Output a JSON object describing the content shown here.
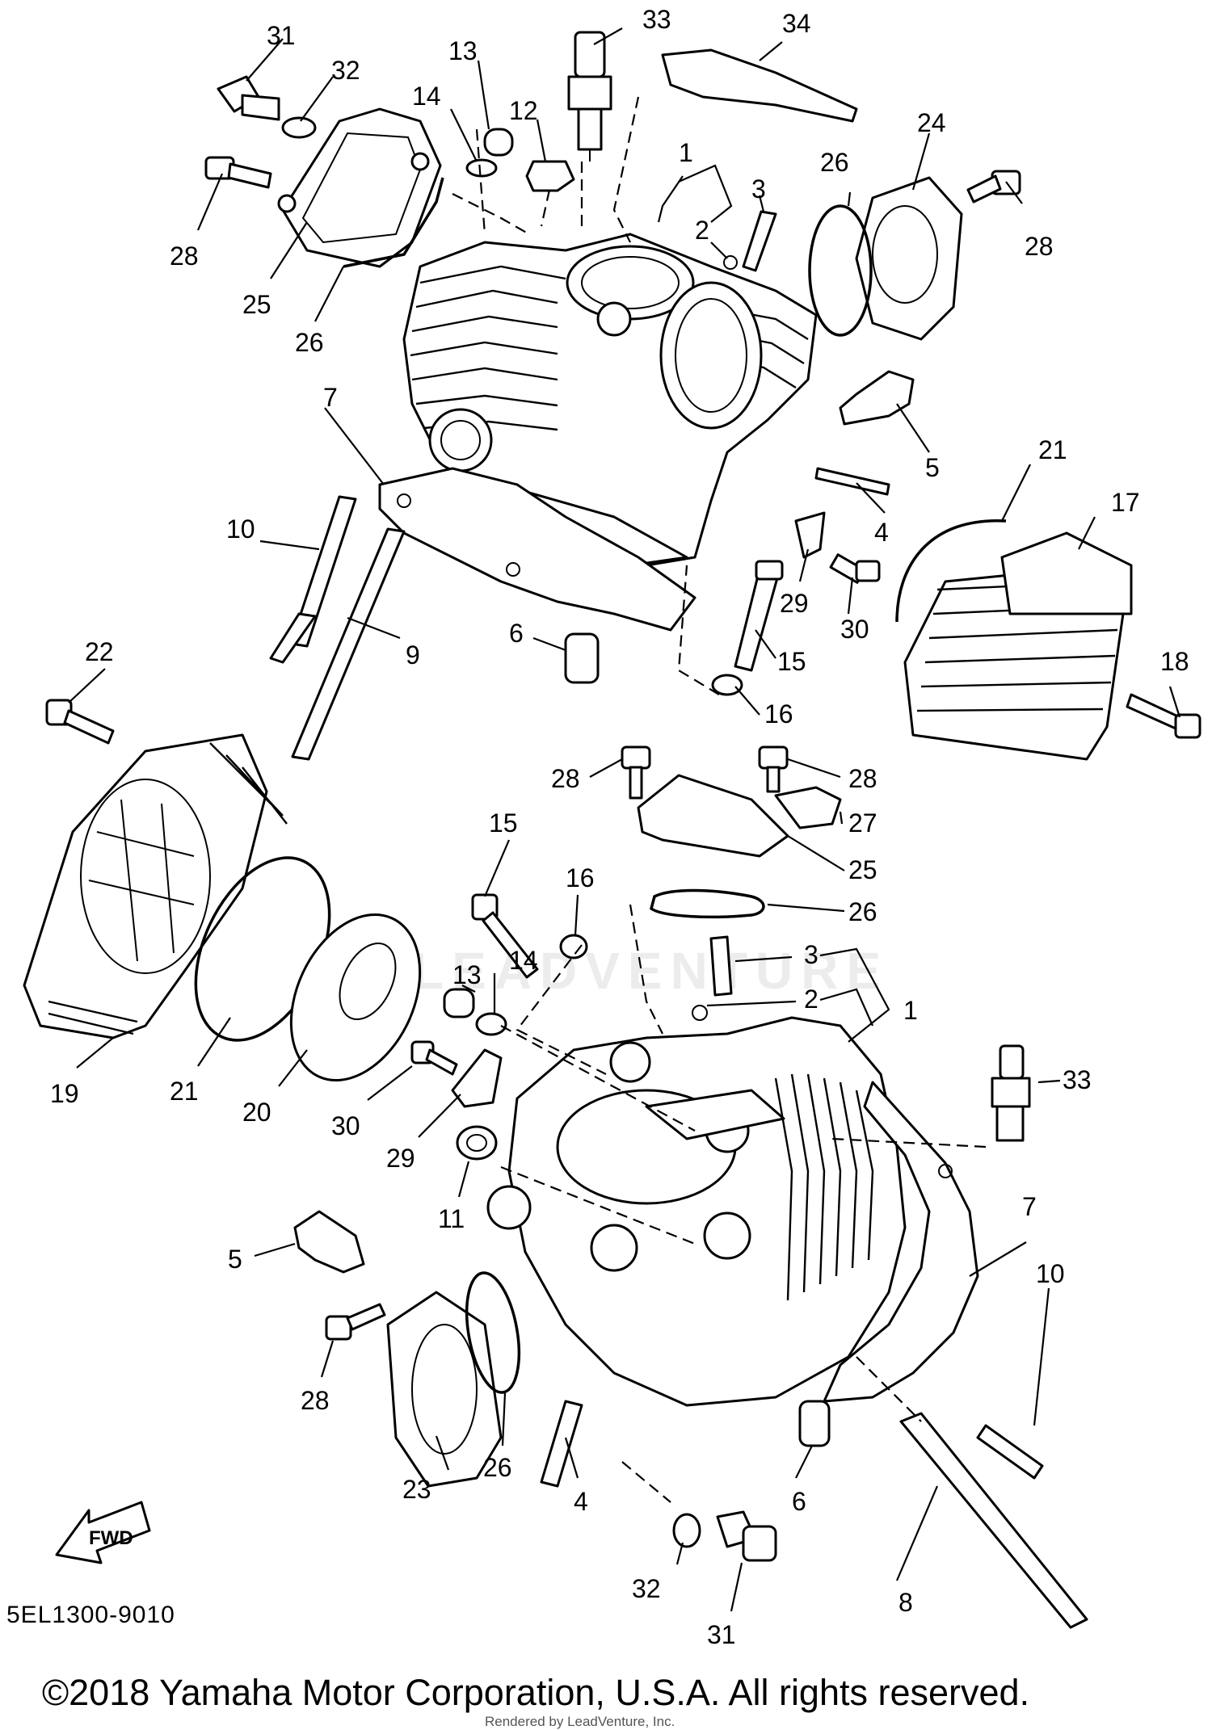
{
  "diagram": {
    "code": "5EL1300-9010",
    "copyright": "©2018 Yamaha Motor Corporation, U.S.A. All rights reserved.",
    "rendered_by": "Rendered by LeadVenture, Inc.",
    "watermark": "LEADVENTURE",
    "fwd_label": "FWD"
  },
  "labels": {
    "l31a": "31",
    "l32a": "32",
    "l13a": "13",
    "l14a": "14",
    "l12": "12",
    "l33a": "33",
    "l34": "34",
    "l28a": "28",
    "l25a": "25",
    "l26a": "26",
    "l1a": "1",
    "l3a": "3",
    "l2a": "2",
    "l26b": "26",
    "l24": "24",
    "l28b": "28",
    "l5a": "5",
    "l7a": "7",
    "l10a": "10",
    "l21a": "21",
    "l17": "17",
    "l4a": "4",
    "l29a": "29",
    "l30a": "30",
    "l9": "9",
    "l6a": "6",
    "l15a": "15",
    "l16a": "16",
    "l18": "18",
    "l22": "22",
    "l28c": "28",
    "l28d": "28",
    "l27": "27",
    "l25b": "25",
    "l26c": "26",
    "l15b": "15",
    "l16b": "16",
    "l3b": "3",
    "l13b": "13",
    "l14b": "14",
    "l2b": "2",
    "l1b": "1",
    "l33b": "33",
    "l19": "19",
    "l21b": "21",
    "l20": "20",
    "l30b": "30",
    "l29b": "29",
    "l11": "11",
    "l7b": "7",
    "l5b": "5",
    "l28e": "28",
    "l26d": "26",
    "l23": "23",
    "l10b": "10",
    "l4b": "4",
    "l6b": "6",
    "l32b": "32",
    "l31b": "31",
    "l8": "8"
  }
}
